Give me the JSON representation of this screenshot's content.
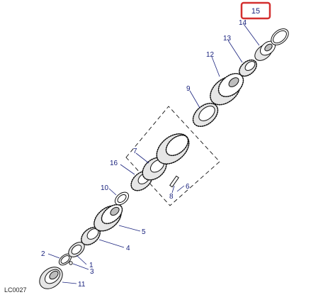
{
  "diagram": {
    "reference_code": "LC0027",
    "highlighted_callout": "15",
    "highlight_color": "#d32f2f",
    "callout_color": "#1a237e",
    "callouts": [
      "1",
      "2",
      "3",
      "4",
      "5",
      "6",
      "7",
      "8",
      "9",
      "10",
      "11",
      "12",
      "13",
      "14",
      "16"
    ]
  }
}
